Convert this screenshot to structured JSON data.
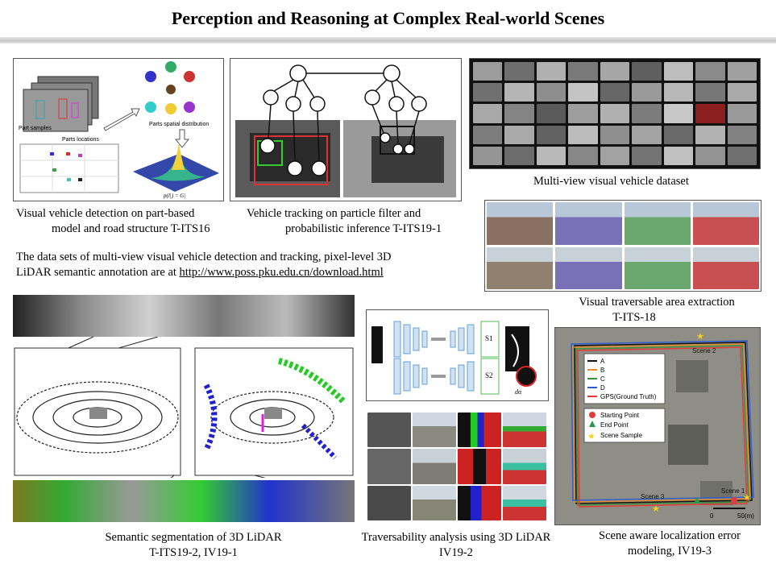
{
  "title": "Perception and Reasoning at Complex Real-world Scenes",
  "fig1": {
    "part_samples": "Part samples",
    "parts_locations": "Parts locations",
    "parts_spatial": "Parts spatial distribution",
    "formula": "p(l|) = G|",
    "caption": [
      "Visual vehicle detection on part-based",
      "model and road structure  T-ITS16"
    ]
  },
  "fig2": {
    "caption": [
      "Vehicle tracking on particle filter and",
      "probabilistic inference    T-ITS19-1"
    ]
  },
  "fig3": {
    "caption": "Multi-view  visual  vehicle  dataset"
  },
  "fig4": {
    "caption": [
      "Visual  traversable  area  extraction",
      "T-ITS-18"
    ]
  },
  "datasets": {
    "line1": "The data sets of multi-view visual vehicle detection and tracking, pixel-level 3D",
    "line2_prefix": "LiDAR  semantic  annotation  are at ",
    "url": "http://www.poss.pku.edu.cn/download.html"
  },
  "fig5": {
    "caption": [
      "Semantic  segmentation  of 3D LiDAR",
      "T-ITS19-2, IV19-1"
    ]
  },
  "fig6": {
    "s1": "S1",
    "s2": "S2",
    "da": "dα",
    "caption": [
      "Traversability analysis using 3D LiDAR",
      "IV19-2"
    ]
  },
  "fig7": {
    "legend": [
      "A",
      "B",
      "C",
      "D",
      "GPS(Ground Truth)"
    ],
    "legend_colors": [
      "#111111",
      "#e08a2a",
      "#3d8f3d",
      "#2f5fd0",
      "#e23b3b"
    ],
    "markers": [
      "Starting Point",
      "End Point",
      "Scene Sample"
    ],
    "scenes": [
      "Scene 1",
      "Scene 2",
      "Scene 3"
    ],
    "scale_0": "0",
    "scale_50": "50(m)",
    "caption": [
      "Scene aware localization error",
      "modeling,   IV19-3"
    ]
  }
}
